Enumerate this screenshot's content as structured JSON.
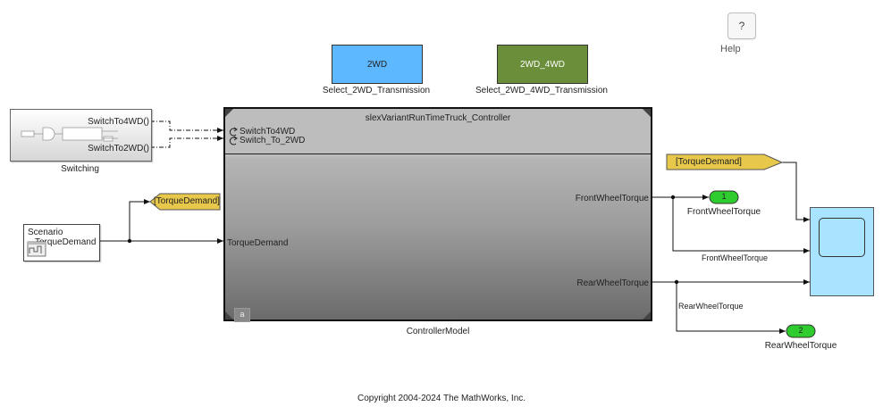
{
  "help": {
    "icon": "?",
    "label": "Help"
  },
  "variant_buttons": {
    "two_wd": {
      "text": "2WD",
      "caption": "Select_2WD_Transmission",
      "color": "#5eb8ff"
    },
    "two_wd_4wd": {
      "text": "2WD_4WD",
      "caption": "Select_2WD_4WD_Transmission",
      "color": "#6b8e3a"
    }
  },
  "switching": {
    "name": "Switching",
    "out1": "SwitchTo4WD()",
    "out2": "SwitchTo2WD()"
  },
  "controller": {
    "title": "slexVariantRunTimeTruck_Controller",
    "name": "ControllerModel",
    "in_trigger1": "SwitchTo4WD",
    "in_trigger2": "Switch_To_2WD",
    "in_torque": "TorqueDemand",
    "out_front": "FrontWheelTorque",
    "out_rear": "RearWheelTorque",
    "badge": "a"
  },
  "scenario": {
    "line1": "Scenario",
    "line2": "TorqueDemand"
  },
  "goto_tag": {
    "text": "[TorqueDemand]",
    "color": "#e8c84a"
  },
  "from_tag": {
    "text": "[TorqueDemand]",
    "color": "#e8c84a"
  },
  "outports": {
    "front": {
      "number": "1",
      "label": "FrontWheelTorque",
      "color": "#2ecc2e"
    },
    "rear": {
      "number": "2",
      "label": "RearWheelTorque",
      "color": "#2ecc2e"
    }
  },
  "signals": {
    "front": "FrontWheelTorque",
    "rear": "RearWheelTorque"
  },
  "scope": {
    "color": "#a8e4ff"
  },
  "copyright": "Copyright 2004-2024 The MathWorks, Inc."
}
